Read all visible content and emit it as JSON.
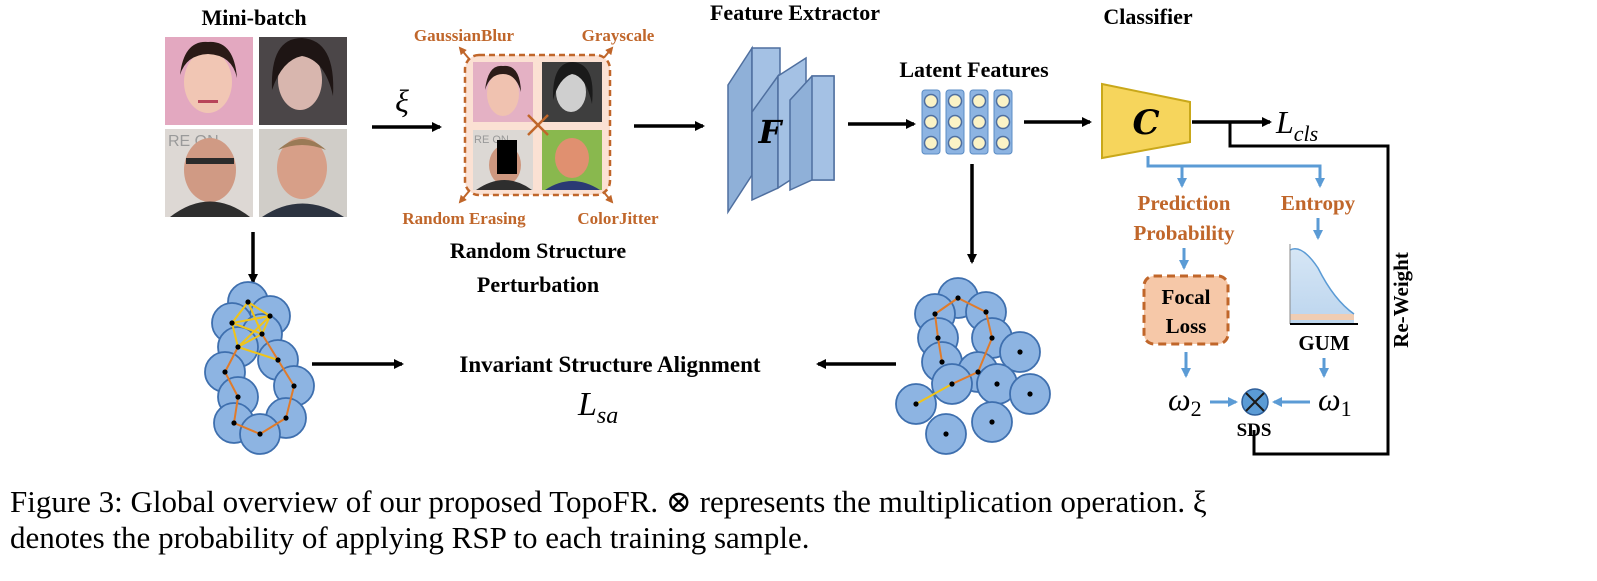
{
  "diagram": {
    "minibatch_title": "Mini-batch",
    "xi_symbol": "ξ",
    "aug_labels": {
      "gaussian_blur": "GaussianBlur",
      "grayscale": "Grayscale",
      "random_erasing": "Random Erasing",
      "color_jitter": "ColorJitter"
    },
    "rsp_title_line1": "Random Structure",
    "rsp_title_line2": "Perturbation",
    "feature_extractor_title": "Feature Extractor",
    "feature_extractor_symbol": "F",
    "latent_features_title": "Latent Features",
    "classifier_title": "Classifier",
    "classifier_symbol": "C",
    "loss_cls": {
      "base": "L",
      "sub": "cls"
    },
    "prediction_probability_line1": "Prediction",
    "prediction_probability_line2": "Probability",
    "entropy_label": "Entropy",
    "focal_loss_line1": "Focal",
    "focal_loss_line2": "Loss",
    "gum_label": "GUM",
    "omega2": {
      "base": "ω",
      "sub": "2"
    },
    "omega1": {
      "base": "ω",
      "sub": "1"
    },
    "sds_label": "SDS",
    "reweight_label": "Re-Weight",
    "isa_title": "Invariant Structure Alignment",
    "loss_sa": {
      "base": "L",
      "sub": "sa"
    }
  },
  "caption": {
    "line1": "Figure 3: Global overview of our proposed TopoFR. ⊗ represents the multiplication operation. ξ",
    "line2": "denotes the probability of applying RSP to each training sample."
  },
  "colors": {
    "orange_text": "#c0662a",
    "blue_arrow": "#5b9bd5",
    "node_fill": "#8db4e2",
    "classifier_fill": "#f6d55c",
    "focal_fill": "#f6c8a8"
  }
}
